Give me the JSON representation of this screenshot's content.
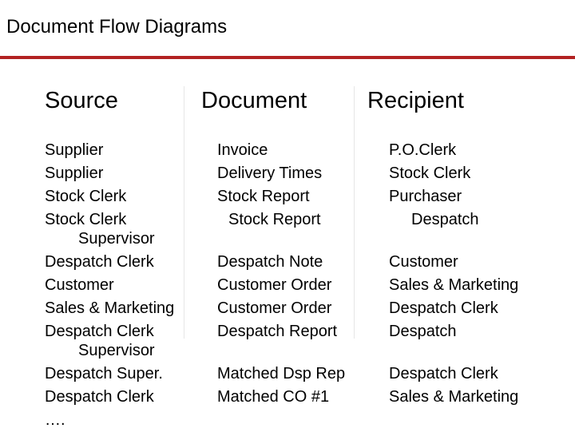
{
  "title": "Document Flow Diagrams",
  "accent_color": "#b22222",
  "headings": {
    "source": "Source",
    "document": "Document",
    "recipient": "Recipient"
  },
  "source_items": [
    "Supplier",
    "Supplier",
    "Stock Clerk",
    "Stock Clerk",
    "Supervisor",
    "Despatch Clerk",
    "Customer",
    "Sales & Marketing",
    "Despatch Clerk",
    "Supervisor",
    "Despatch Super.",
    "Despatch Clerk",
    "…."
  ],
  "document_items": [
    "Invoice",
    "Delivery Times",
    "Stock Report",
    "Stock Report",
    "Despatch Note",
    "Customer Order",
    "Customer Order",
    "Despatch Report",
    "Matched Dsp Rep",
    "Matched CO #1"
  ],
  "recipient_items": [
    "P.O.Clerk",
    "Stock Clerk",
    "Purchaser",
    "Despatch",
    "Customer",
    "Sales & Marketing",
    "Despatch Clerk",
    "Despatch",
    "Despatch Clerk",
    "Sales & Marketing"
  ]
}
